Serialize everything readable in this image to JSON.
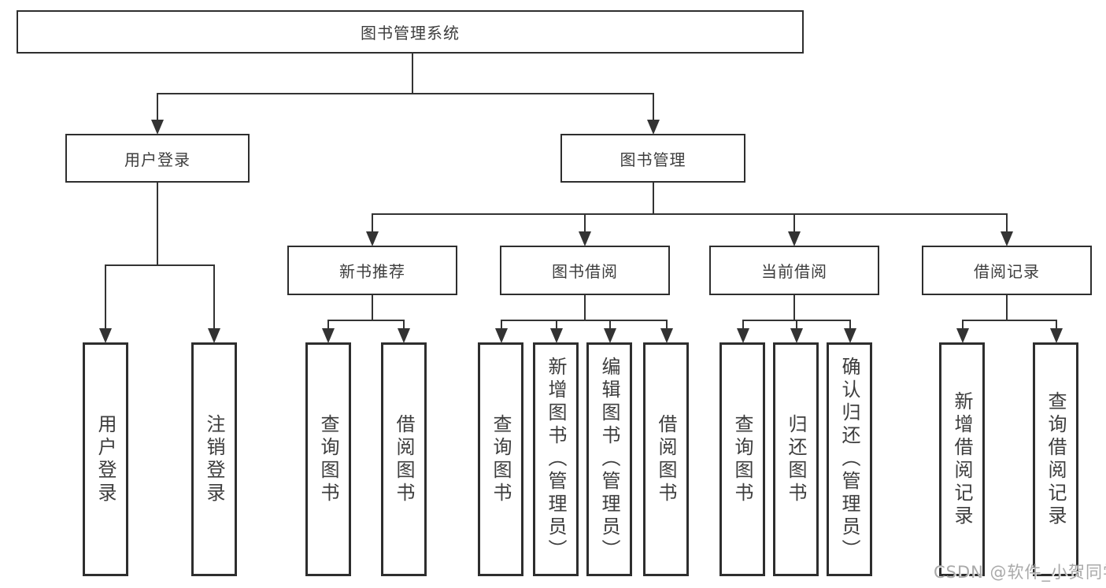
{
  "diagram": {
    "title": "图书管理系统",
    "level2": [
      "用户登录",
      "图书管理"
    ],
    "level3": [
      "新书推荐",
      "图书借阅",
      "当前借阅",
      "借阅记录"
    ],
    "leaves_user_login": [
      "用户登录",
      "注销登录"
    ],
    "leaves_new_book": [
      "查询图书",
      "借阅图书"
    ],
    "leaves_book_borrow": [
      "查询图书",
      "新增图书（管理员）",
      "编辑图书（管理员）",
      "借阅图书"
    ],
    "leaves_current_borrow": [
      "查询图书",
      "归还图书",
      "确认归还（管理员）"
    ],
    "leaves_borrow_records": [
      "新增借阅记录",
      "查询借阅记录"
    ]
  },
  "watermark": {
    "text": "CSDN @软件_小贺同学"
  },
  "colors": {
    "line": "#333333",
    "box_border": "#2e2e2e",
    "box_fill": "#ffffff",
    "text": "#3d3d3d",
    "watermark": "#a9a9a9"
  }
}
